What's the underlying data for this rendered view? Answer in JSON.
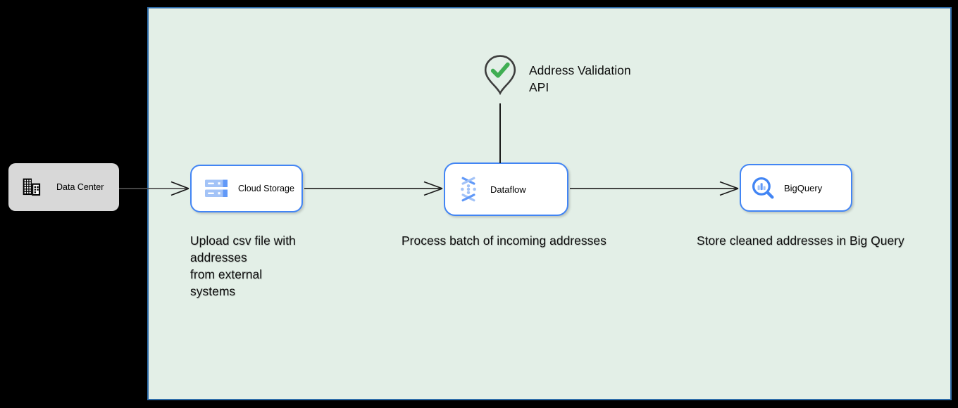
{
  "diagram": {
    "nodes": {
      "data_center": {
        "label": "Data Center"
      },
      "cloud_storage": {
        "label": "Cloud Storage"
      },
      "dataflow": {
        "label": "Dataflow"
      },
      "bigquery": {
        "label": "BigQuery"
      },
      "address_validation": {
        "label": "Address Validation\nAPI"
      }
    },
    "captions": {
      "upload": "Upload csv file with\naddresses\nfrom external\nsystems",
      "process": "Process batch of incoming addresses",
      "store": "Store cleaned addresses in Big Query"
    },
    "icons": [
      "building-icon",
      "cloud-storage-icon",
      "dataflow-icon",
      "bigquery-icon",
      "map-pin-icon",
      "check-icon"
    ]
  },
  "colors": {
    "canvasBg": "#000000",
    "zoneFill": "#e3efe7",
    "zoneBorder": "#2d6ba8",
    "nodeFill": "#ffffff",
    "nodeBorder": "#4285f4",
    "dcFill": "#d8d8d8",
    "arrowColor": "#2b2b2b",
    "arrowOnBlack": "#4f4f4f",
    "textColor": "#0f0f0f",
    "checkGreen": "#3fae52",
    "pinOutline": "#3d3d3d",
    "gcpBlue": "#4285f4",
    "gcpBlueMid": "#6199f8",
    "gcpBlueLight": "#a3c3f7"
  }
}
